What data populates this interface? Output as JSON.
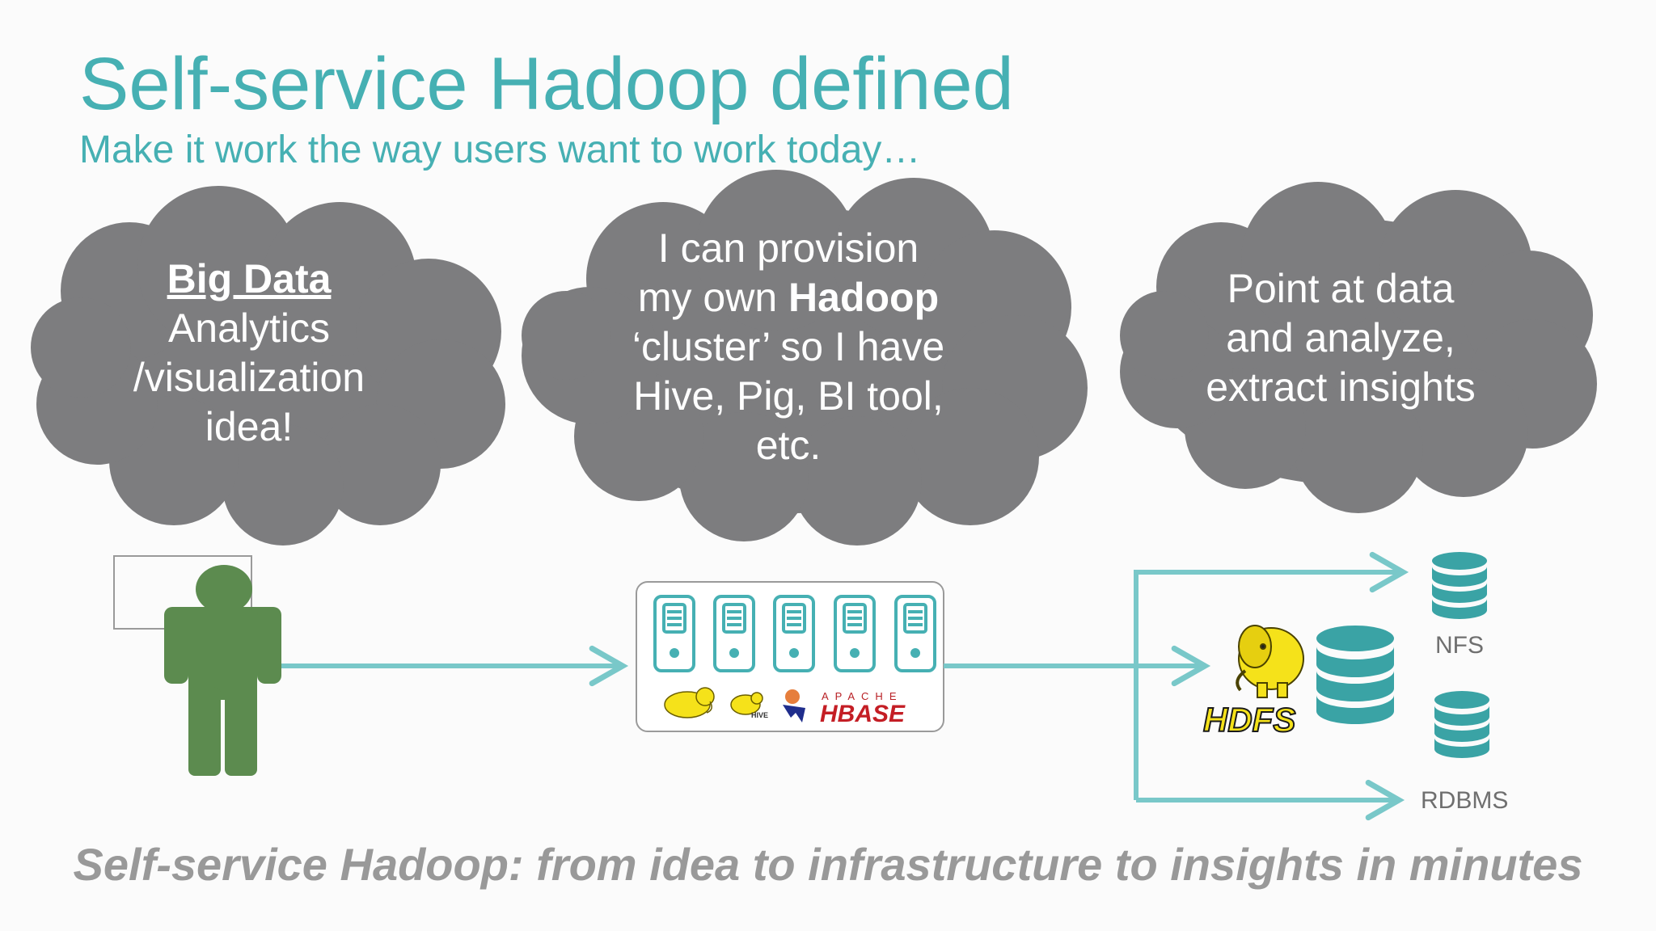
{
  "slide": {
    "title": "Self-service Hadoop defined",
    "subtitle": "Make it work the way users want to work today…",
    "footer": "Self-service Hadoop: from idea to infrastructure to insights in minutes"
  },
  "clouds": {
    "idea": {
      "heading": "Big Data",
      "line1": "Analytics",
      "line2": "/visualization",
      "line3": "idea!"
    },
    "provision": {
      "line1": "I can provision",
      "line2_pre": "my own ",
      "line2_bold": "Hadoop",
      "line3": "‘cluster’ so I have",
      "line4": "Hive, Pig, BI tool,",
      "line5": "etc."
    },
    "insights": {
      "line1": "Point at data",
      "line2": "and analyze,",
      "line3": "extract insights"
    }
  },
  "cluster": {
    "logos": {
      "apache_small": "APACHE",
      "hbase": "HBASE",
      "hive": "HIVE"
    }
  },
  "storage": {
    "hdfs": "HDFS",
    "nfs": "NFS",
    "rdbms": "RDBMS"
  },
  "colors": {
    "title": "#46b0b3",
    "cloud": "#7d7d7f",
    "person": "#5c8b4f",
    "arrow": "#79c8c9",
    "db": "#3aa3a5",
    "footer": "#999999"
  },
  "icons": [
    "cloud-shape",
    "person-icon",
    "server-icon",
    "database-icon",
    "hadoop-elephant-icon",
    "arrow"
  ]
}
